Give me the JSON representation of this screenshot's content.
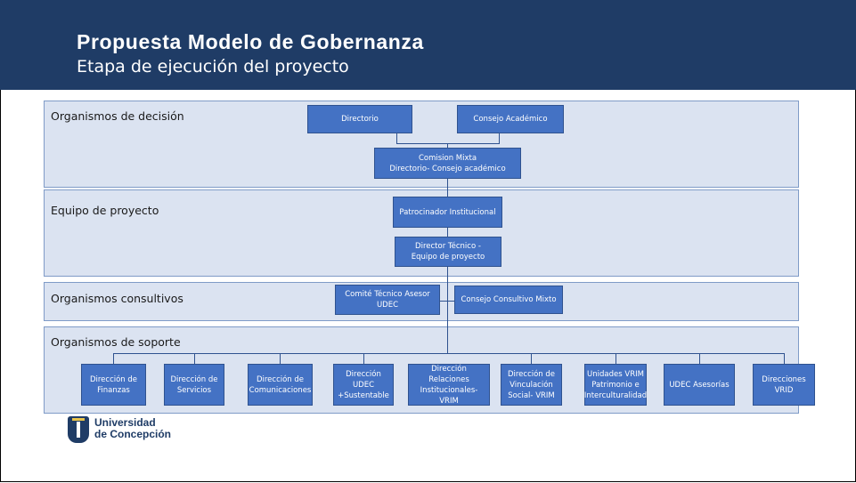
{
  "header": {
    "title": "Propuesta Modelo de Gobernanza",
    "subtitle": "Etapa de ejecución del proyecto"
  },
  "bands": [
    {
      "label": "Organismos de decisión"
    },
    {
      "label": "Equipo de proyecto"
    },
    {
      "label": "Organismos consultivos"
    },
    {
      "label": "Organismos de soporte"
    }
  ],
  "decision": {
    "directorio": "Directorio",
    "consejo": "Consejo Académico",
    "comision": "Comision Mixta\nDirectorio- Consejo académico"
  },
  "equipo": {
    "patrocinador": "Patrocinador Institucional",
    "director": "Director Técnico -\nEquipo de proyecto"
  },
  "consultivos": {
    "comite": "Comité Técnico Asesor\nUDEC",
    "consejo_mixto": "Consejo Consultivo Mixto"
  },
  "soporte": [
    "Dirección de\nFinanzas",
    "Dirección de\nServicios",
    "Dirección de\nComunicaciones",
    "Dirección UDEC\n+Sustentable",
    "Dirección Relaciones\nInstitucionales- VRIM",
    "Dirección de\nVinculación\nSocial- VRIM",
    "Unidades VRIM\nPatrimonio e\nInterculturalidad",
    "UDEC Asesorías",
    "Direcciones\nVRID"
  ],
  "logo": {
    "text": "Universidad\nde Concepción"
  },
  "colors": {
    "header": "#1f3c66",
    "band": "#dbe3f1",
    "box": "#4472c4"
  }
}
